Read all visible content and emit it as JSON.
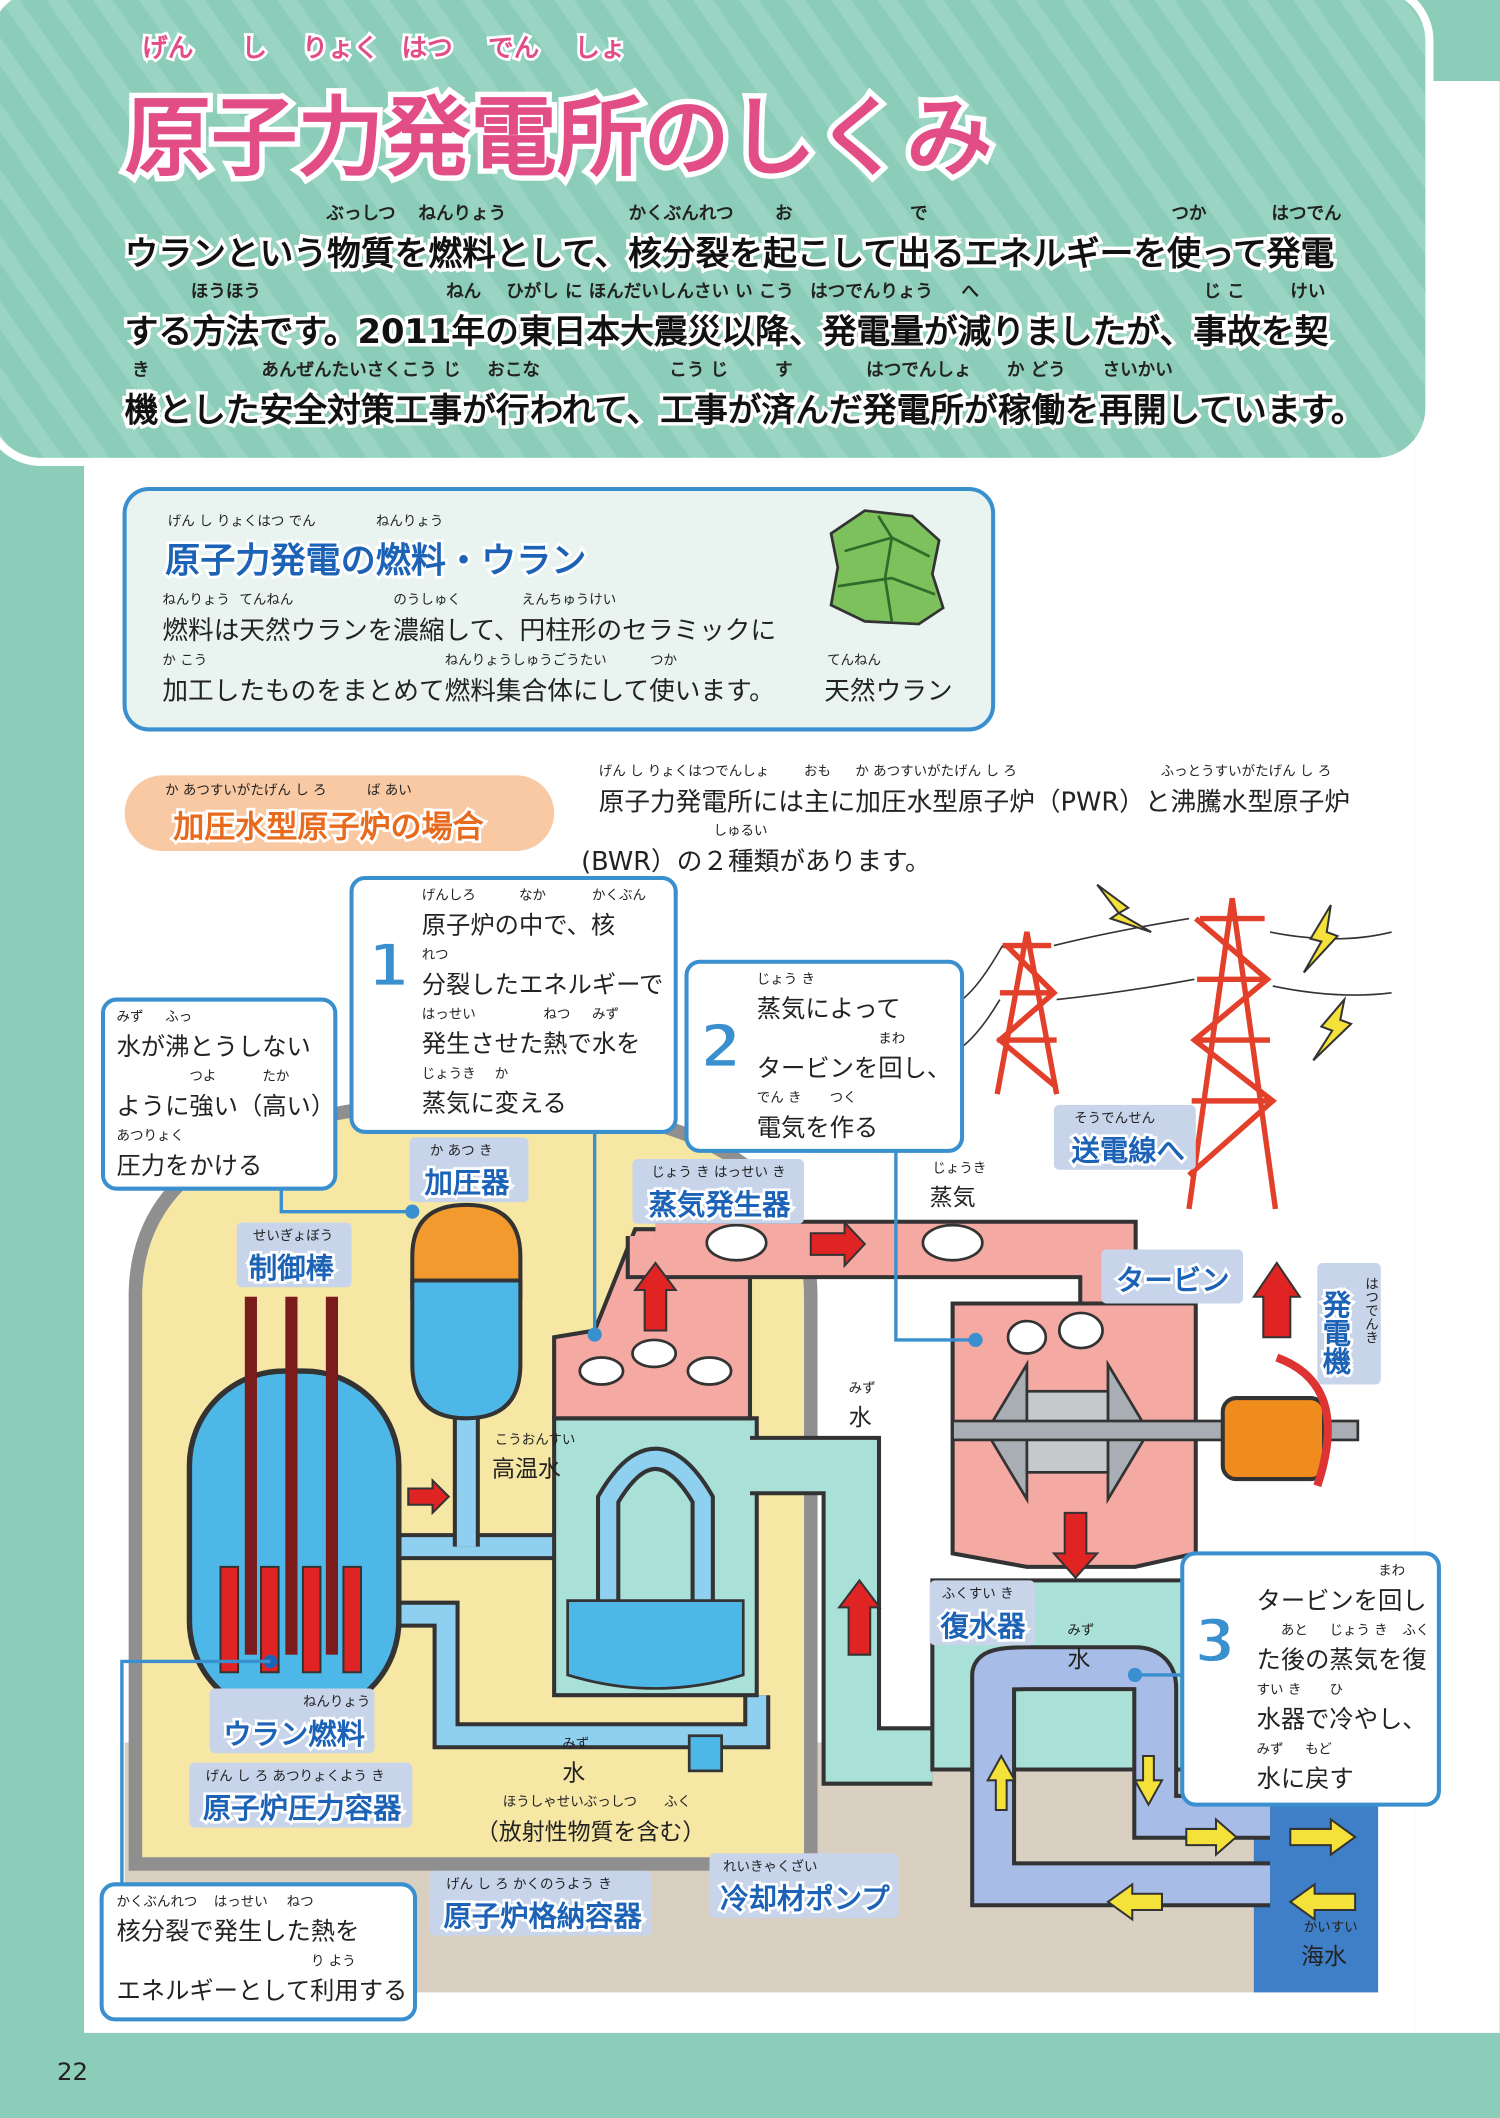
{
  "header": {
    "title": "原子力発電所のしくみ",
    "title_ruby": [
      "げん",
      "し",
      "りょく",
      "はつ",
      "でん",
      "しょ"
    ],
    "paragraph_lines": [
      "ウランという物質を燃料として、核分裂を起こして出るエネルギーを使って発電",
      "する方法です。2011年の東日本大震災以降、発電量が減りましたが、事故を契",
      "機とした安全対策工事が行われて、工事が済んだ発電所が稼働を再開しています。"
    ],
    "paragraph_ruby": [
      [
        "ぶっしつ",
        "ねんりょう",
        "かくぶんれつ",
        "お",
        "で",
        "つか",
        "はつでん"
      ],
      [
        "ほうほう",
        "ねん",
        "ひがし に ほんだいしんさい い こう",
        "はつでんりょう",
        "へ",
        "じ こ",
        "けい"
      ],
      [
        "き",
        "あんぜんたいさくこう じ",
        "おこな",
        "こう じ",
        "す",
        "はつでんしょ",
        "か どう",
        "さいかい"
      ]
    ]
  },
  "uranium_box": {
    "title": "原子力発電の燃料・ウラン",
    "title_ruby": [
      "げん し りょくはつ でん",
      "ねんりょう"
    ],
    "lines": [
      "燃料は天然ウランを濃縮して、円柱形のセラミックに",
      "加工したものをまとめて燃料集合体にして使います。"
    ],
    "lines_ruby": [
      [
        "ねんりょう",
        "てんねん",
        "のうしゅく",
        "えんちゅうけい"
      ],
      [
        "か こう",
        "ねんりょうしゅうごうたい",
        "つか"
      ]
    ],
    "image_caption": "天然ウラン",
    "image_caption_ruby": "てんねん"
  },
  "section": {
    "pill_label": "加圧水型原子炉の場合",
    "pill_ruby": "か あつすいがたげん し ろ　　　ば あい",
    "intro_lines": [
      "原子力発電所には主に加圧水型原子炉（PWR）と沸騰水型原子炉",
      "(BWR）の２種類があります。"
    ],
    "intro_ruby": [
      [
        "げん し りょくはつでんしょ",
        "おも",
        "か あつすいがたげん し ろ",
        "ふっとうすいがたげん し ろ"
      ],
      [
        "しゅるい"
      ]
    ]
  },
  "callouts": {
    "step1": {
      "number": "1",
      "lines": [
        "原子炉の中で、核",
        "分裂したエネルギーで",
        "発生させた熱で水を",
        "蒸気に変える"
      ],
      "ruby": [
        [
          "げんしろ",
          "なか",
          "かくぶん"
        ],
        [
          "れつ"
        ],
        [
          "はっせい",
          "ねつ",
          "みず"
        ],
        [
          "じょうき",
          "か"
        ]
      ]
    },
    "step2": {
      "number": "2",
      "lines": [
        "蒸気によって",
        "タービンを回し、",
        "電気を作る"
      ],
      "ruby": [
        [
          "じょう き"
        ],
        [
          "まわ"
        ],
        [
          "でん き",
          "つく"
        ]
      ]
    },
    "step3": {
      "number": "3",
      "lines": [
        "タービンを回し",
        "た後の蒸気を復",
        "水器で冷やし、",
        "水に戻す"
      ],
      "ruby": [
        [
          "まわ"
        ],
        [
          "あと",
          "じょう き",
          "ふく"
        ],
        [
          "すい き",
          "ひ"
        ],
        [
          "みず",
          "もど"
        ]
      ]
    },
    "pressure_note": {
      "lines": [
        "水が沸とうしない",
        "ように強い（高い）",
        "圧力をかける"
      ],
      "ruby": [
        [
          "みず",
          "ふっ"
        ],
        [
          "つよ",
          "たか"
        ],
        [
          "あつりょく"
        ]
      ]
    },
    "fission_note": {
      "lines": [
        "核分裂で発生した熱を",
        "エネルギーとして利用する"
      ],
      "ruby": [
        [
          "かくぶんれつ",
          "はっせい",
          "ねつ"
        ],
        [
          "り よう"
        ]
      ]
    }
  },
  "labels": {
    "pressurizer": {
      "text": "加圧器",
      "ruby": "か あつ き"
    },
    "steam_generator": {
      "text": "蒸気発生器",
      "ruby": "じょう き はっせい き"
    },
    "control_rods": {
      "text": "制御棒",
      "ruby": "せいぎょぼう"
    },
    "uranium_fuel": {
      "text": "ウラン燃料",
      "ruby": "ねんりょう"
    },
    "pressure_vessel": {
      "text": "原子炉圧力容器",
      "ruby": "げん し ろ あつりょくよう き"
    },
    "containment": {
      "text": "原子炉格納容器",
      "ruby": "げん し ろ かくのうよう き"
    },
    "coolant_pump": {
      "text": "冷却材ポンプ",
      "ruby": "れいきゃくざい"
    },
    "condenser": {
      "text": "復水器",
      "ruby": "ふくすい き"
    },
    "turbine": {
      "text": "タービン"
    },
    "transmission": {
      "text": "送電線へ",
      "ruby": "そうでんせん"
    },
    "generator": {
      "text": "発電機",
      "ruby": "はつでんき"
    }
  },
  "flow_labels": {
    "steam": {
      "text": "蒸気",
      "ruby": "じょうき"
    },
    "water_sg": {
      "text": "水",
      "ruby": "みず"
    },
    "hot_water": {
      "text": "高温水",
      "ruby": "こうおんすい"
    },
    "water_primary": {
      "text": "水",
      "ruby": "みず"
    },
    "radioactive": {
      "text": "（放射性物質を含む）",
      "ruby": "ほうしゃせいぶっしつ　　ふく"
    },
    "water_condenser": {
      "text": "水",
      "ruby": "みず"
    },
    "seawater": {
      "text": "海水",
      "ruby": "かいすい"
    }
  },
  "page_number": "22",
  "colors": {
    "title_pink": "#e24d86",
    "header_teal": "#8ccdb9",
    "callout_blue": "#3a8fcf",
    "pill_orange": "#f9c9a4",
    "label_blue": "#1c63b7"
  }
}
